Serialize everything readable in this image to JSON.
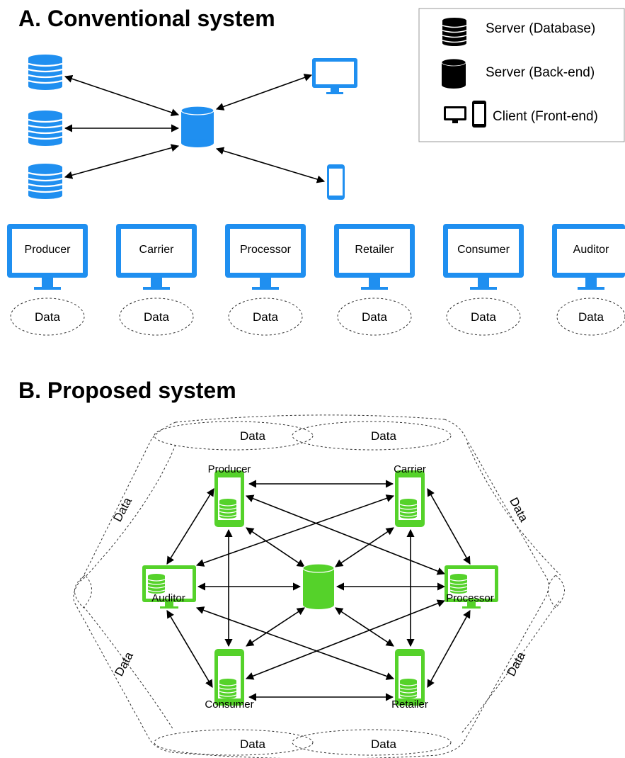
{
  "section_a": {
    "title": "A.  Conventional system",
    "monitors": [
      {
        "label": "Producer",
        "data": "Data"
      },
      {
        "label": "Carrier",
        "data": "Data"
      },
      {
        "label": "Processor",
        "data": "Data"
      },
      {
        "label": "Retailer",
        "data": "Data"
      },
      {
        "label": "Consumer",
        "data": "Data"
      },
      {
        "label": "Auditor",
        "data": "Data"
      }
    ]
  },
  "legend": {
    "database": "Server (Database)",
    "backend": "Server (Back-end)",
    "client": "Client (Front-end)"
  },
  "section_b": {
    "title": "B. Proposed system",
    "nodes": {
      "producer": "Producer",
      "carrier": "Carrier",
      "auditor": "Auditor",
      "processor": "Processor",
      "consumer": "Consumer",
      "retailer": "Retailer"
    },
    "data_labels": [
      "Data",
      "Data",
      "Data",
      "Data",
      "Data",
      "Data",
      "Data",
      "Data"
    ]
  },
  "colors": {
    "blue": "#1f8ff0",
    "green": "#55d22a",
    "green_dark": "#3b9c1a",
    "black": "#000000"
  },
  "icons": [
    "database-icon",
    "cylinder-server-icon",
    "desktop-monitor-icon",
    "mobile-phone-icon"
  ]
}
